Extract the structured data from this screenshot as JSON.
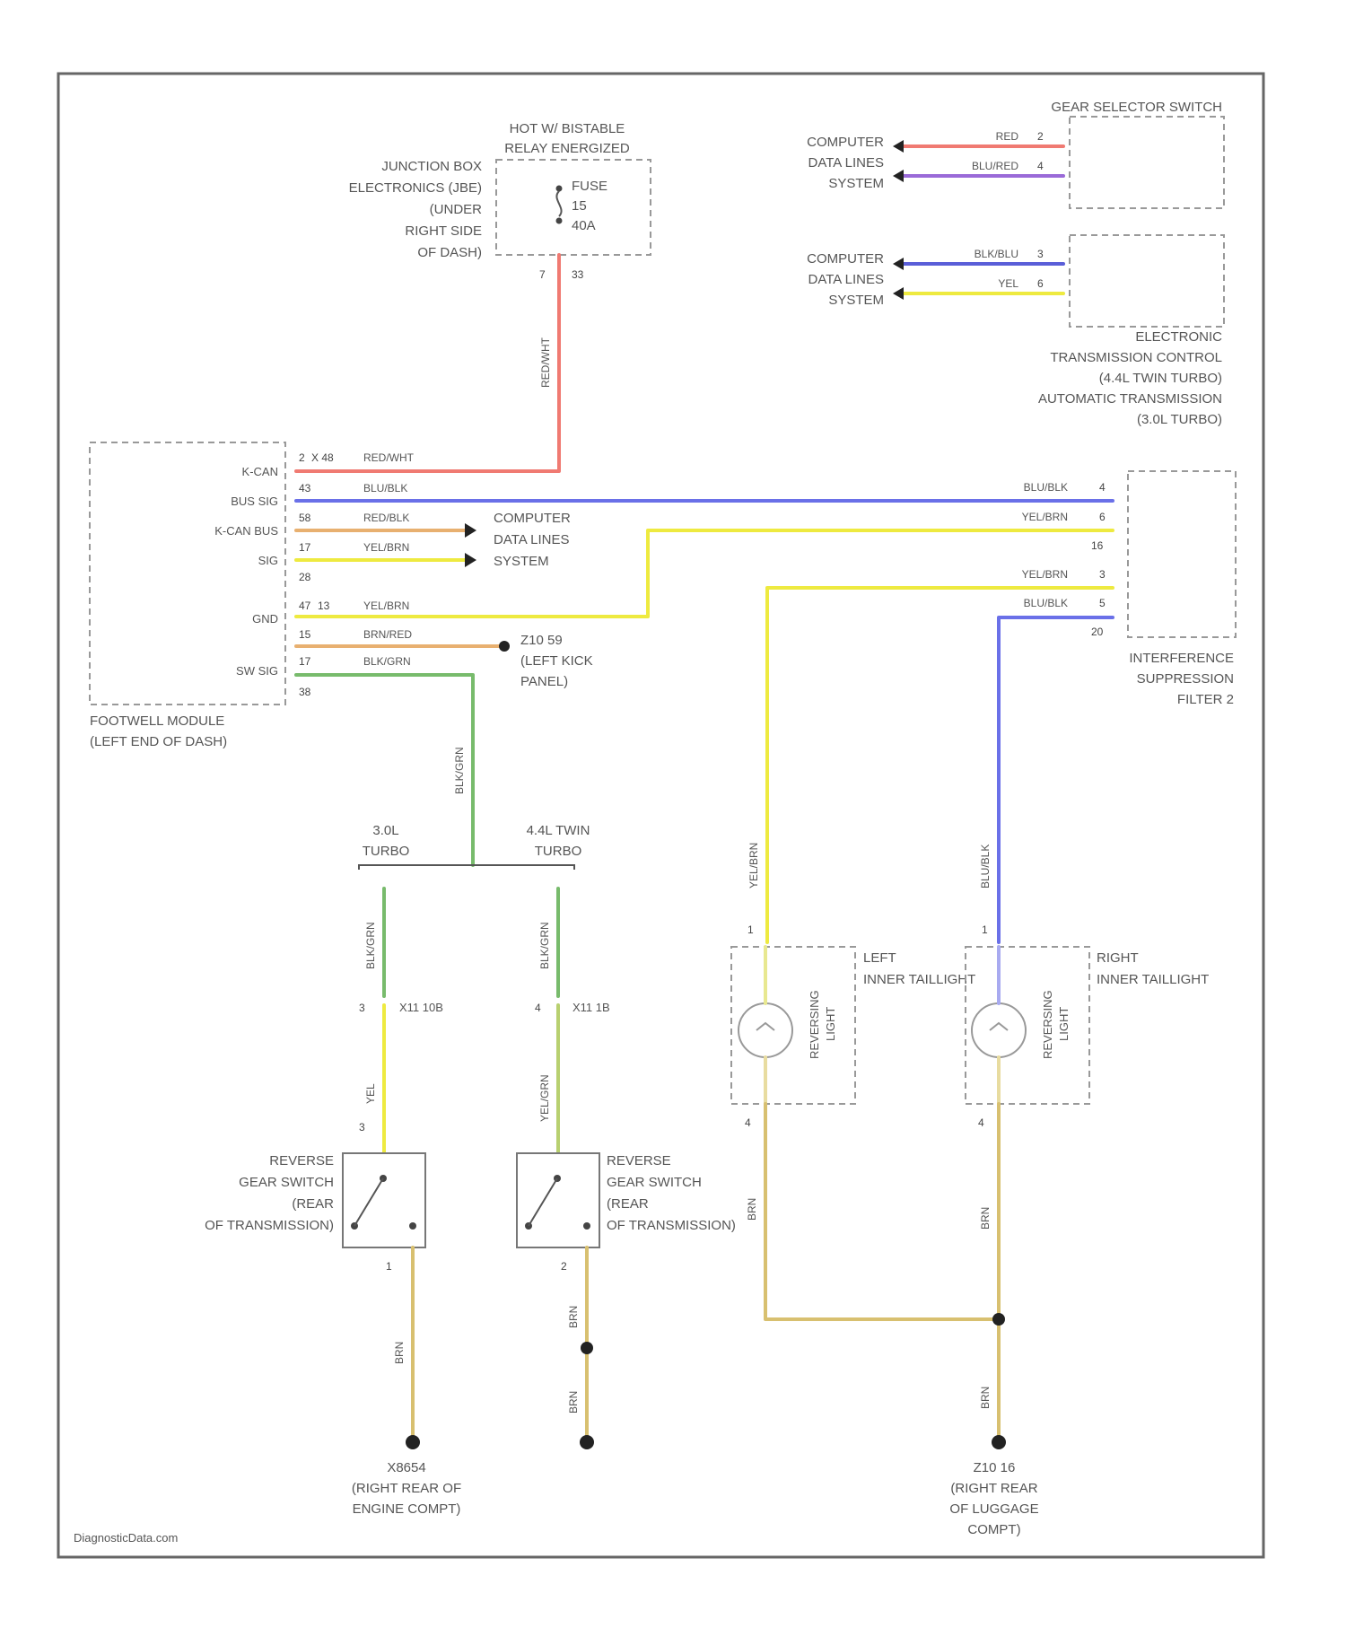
{
  "footer": {
    "brand": "DiagnosticData.com"
  },
  "relay": {
    "title": [
      "HOT W/ BISTABLE",
      "RELAY ENERGIZED"
    ],
    "location": [
      "JUNCTION BOX",
      "ELECTRONICS (JBE)",
      "(UNDER",
      "RIGHT SIDE",
      "OF DASH)"
    ],
    "fuse": [
      "FUSE",
      "15",
      "40A"
    ],
    "pin_left": "7",
    "pin_right": "33"
  },
  "gear_selector": {
    "title": "GEAR SELECTOR SWITCH",
    "lines_label": [
      "COMPUTER",
      "DATA LINES",
      "SYSTEM"
    ],
    "wires": [
      {
        "code": "RED",
        "pin": "2",
        "color": "#e8443c"
      },
      {
        "code": "BLU/RED",
        "pin": "4",
        "color": "#8a4fd0"
      }
    ]
  },
  "etc": {
    "lines_label": [
      "COMPUTER",
      "DATA LINES",
      "SYSTEM"
    ],
    "wires": [
      {
        "code": "BLK/BLU",
        "pin": "3",
        "color": "#4a4fc8"
      },
      {
        "code": "YEL",
        "pin": "6",
        "color": "#e8e000"
      }
    ],
    "title": [
      "ELECTRONIC",
      "TRANSMISSION CONTROL",
      "(4.4L TWIN TURBO)",
      "AUTOMATIC TRANSMISSION",
      "(3.0L TURBO)"
    ]
  },
  "footwell": {
    "title": [
      "FOOTWELL MODULE",
      "(LEFT END OF DASH)"
    ],
    "terminals": [
      "K-CAN",
      "BUS SIG",
      "K-CAN BUS",
      "SIG",
      "GND",
      "SW SIG"
    ],
    "pins": [
      {
        "pin": "2",
        "conn": "X 48",
        "code": "RED/WHT"
      },
      {
        "pin": "43",
        "conn": "",
        "code": "BLU/BLK"
      },
      {
        "pin": "58",
        "conn": "",
        "code": "RED/BLK"
      },
      {
        "pin": "17",
        "conn": "",
        "code": "YEL/BRN"
      },
      {
        "pin": "28",
        "conn": "",
        "code": ""
      },
      {
        "pin": "47",
        "conn": "13",
        "code": "YEL/BRN"
      },
      {
        "pin": "15",
        "conn": "",
        "code": "BRN/RED"
      },
      {
        "pin": "17",
        "conn": "",
        "code": "BLK/GRN"
      },
      {
        "pin": "38",
        "conn": "",
        "code": ""
      }
    ],
    "can_label": [
      "COMPUTER",
      "DATA LINES",
      "SYSTEM"
    ],
    "ground": {
      "id": "Z10 59",
      "desc": [
        "(LEFT KICK",
        "PANEL)"
      ]
    }
  },
  "filter": {
    "title": [
      "INTERFERENCE",
      "SUPPRESSION",
      "FILTER 2"
    ],
    "wires": [
      {
        "code": "BLU/BLK",
        "pin": "4"
      },
      {
        "code": "YEL/BRN",
        "pin": "6"
      },
      {
        "code": "",
        "pin": "16"
      },
      {
        "code": "YEL/BRN",
        "pin": "3"
      },
      {
        "code": "BLU/BLK",
        "pin": "5"
      },
      {
        "code": "",
        "pin": "20"
      }
    ]
  },
  "variants": {
    "left": [
      "3.0L",
      "TURBO"
    ],
    "right": [
      "4.4L TWIN",
      "TURBO"
    ],
    "trunk_code": "BLK/GRN"
  },
  "switch_left": {
    "code_upper": "BLK/GRN",
    "conn": "X11 10B",
    "conn_pin": "3",
    "code_lower": "YEL",
    "pin_top": "3",
    "pin_bottom": "1",
    "label": [
      "REVERSE",
      "GEAR SWITCH",
      "(REAR",
      "OF TRANSMISSION)"
    ],
    "ground_code": "BRN",
    "ground": {
      "id": "X8654",
      "desc": [
        "(RIGHT REAR OF",
        "ENGINE COMPT)"
      ]
    }
  },
  "switch_right": {
    "code_upper": "BLK/GRN",
    "conn": "X11 1B",
    "conn_pin": "4",
    "code_lower": "YEL/GRN",
    "pin_top": "",
    "pin_bottom": "2",
    "label": [
      "REVERSE",
      "GEAR SWITCH",
      "(REAR",
      "OF TRANSMISSION)"
    ],
    "ground_code_a": "BRN",
    "ground_code_b": "BRN"
  },
  "lamp_left": {
    "wire_code": "YEL/BRN",
    "label": [
      "LEFT",
      "INNER TAILLIGHT"
    ],
    "inner": [
      "REVERSING",
      "LIGHT"
    ],
    "pin_top": "1",
    "pin_bottom": "4",
    "ground_code": "BRN"
  },
  "lamp_right": {
    "wire_code": "BLU/BLK",
    "label": [
      "RIGHT",
      "INNER TAILLIGHT"
    ],
    "inner": [
      "REVERSING",
      "LIGHT"
    ],
    "pin_top": "1",
    "pin_bottom": "4",
    "ground_code": "BRN"
  },
  "rear_ground": {
    "code": "BRN",
    "id": "Z10 16",
    "desc": [
      "(RIGHT REAR",
      "OF LUGGAGE",
      "COMPT)"
    ]
  },
  "relay_wire_code": "RED/WHT",
  "footwell_out_code": "BLK/GRN",
  "colors": {
    "red": "#e8443c",
    "blue": "#5a5ee0",
    "yellow": "#eeea40",
    "orange": "#e8b070",
    "green": "#5ab050",
    "tan": "#d8c070",
    "purple": "#8a4fd0"
  }
}
